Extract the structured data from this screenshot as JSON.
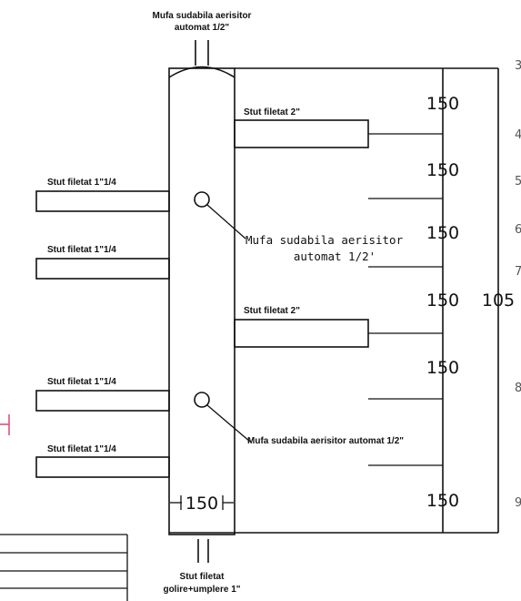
{
  "labels": {
    "top_aerisitor": [
      "Mufa sudabila aerisitor",
      "automat 1/2\""
    ],
    "stut_2_upper": "Stut filetat 2\"",
    "stut_2_lower": "Stut filetat 2\"",
    "stut_114_1": "Stut filetat 1\"1/4",
    "stut_114_2": "Stut filetat 1\"1/4",
    "stut_114_3": "Stut filetat 1\"1/4",
    "stut_114_4": "Stut filetat 1\"1/4",
    "mufa_upper": [
      "Mufa sudabila aerisitor",
      "automat 1/2'"
    ],
    "mufa_lower": "Mufa sudabila aerisitor automat 1/2\"",
    "bottom_stut": [
      "Stut filetat",
      "golire+umplere 1\""
    ]
  },
  "dimensions": {
    "d1": "150",
    "d2": "150",
    "d3": "150",
    "d4": "150",
    "d5": "150",
    "d6": "150",
    "total": "105",
    "bottom": "150"
  },
  "edge_fragments": [
    "3",
    "4",
    "5",
    "6",
    "7",
    "8",
    "9"
  ]
}
